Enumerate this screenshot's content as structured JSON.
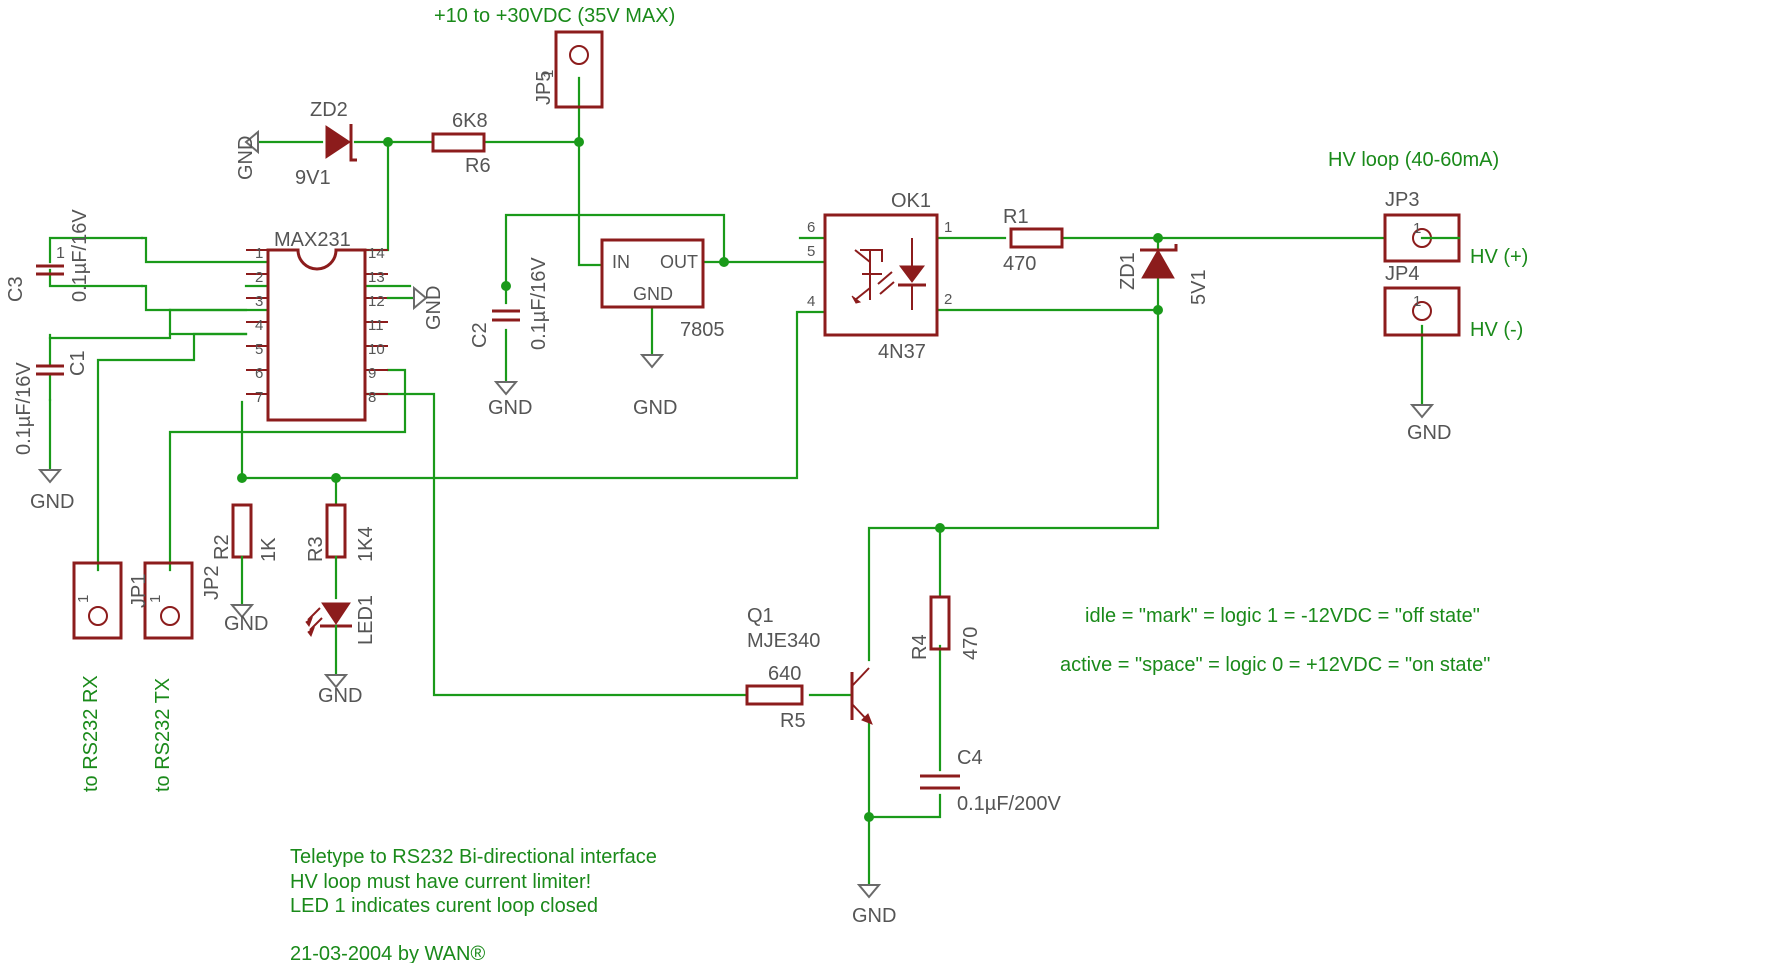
{
  "supply": {
    "label": "+10 to +30VDC (35V MAX)"
  },
  "hv_loop": {
    "label": "HV loop (40-60mA)",
    "plus": "HV (+)",
    "minus": "HV (-)"
  },
  "parts": {
    "jp5": "JP5",
    "jp3": "JP3",
    "jp4": "JP4",
    "jp1": "JP1",
    "jp2": "JP2",
    "zd2": "ZD2",
    "zd2_val": "9V1",
    "r6": "R6",
    "r6_val": "6K8",
    "max231": "MAX231",
    "c3": "C3",
    "c3_val": "0.1µF/16V",
    "c1": "C1",
    "c1_val": "0.1µF/16V",
    "c2": "C2",
    "c2_val": "0.1µF/16V",
    "reg": "7805",
    "reg_in": "IN",
    "reg_out": "OUT",
    "reg_gnd": "GND",
    "ok1": "OK1",
    "ok1_val": "4N37",
    "r1": "R1",
    "r1_val": "470",
    "zd1": "ZD1",
    "zd1_val": "5V1",
    "r2": "R2",
    "r2_val": "1K",
    "r3": "R3",
    "r3_val": "1K4",
    "led1": "LED1",
    "q1": "Q1",
    "q1_val": "MJE340",
    "r5": "R5",
    "r5_val": "640",
    "r4": "R4",
    "r4_val": "470",
    "c4": "C4",
    "c4_val": "0.1µF/200V"
  },
  "pins": {
    "max_left": [
      "1",
      "2",
      "3",
      "4",
      "5",
      "6",
      "7"
    ],
    "max_right": [
      "14",
      "13",
      "12",
      "11",
      "10",
      "9",
      "8"
    ],
    "ok_left": [
      "6",
      "5",
      "4"
    ],
    "ok_right": [
      "1",
      "2"
    ],
    "one": "1"
  },
  "gnd_label": "GND",
  "connectors": {
    "rx": "to RS232 RX",
    "tx": "to RS232 TX"
  },
  "notes": {
    "idle": "idle = \"mark\" = logic 1 = -12VDC = \"off state\"",
    "active": "active = \"space\" = logic 0 = +12VDC = \"on state\"",
    "line1": "Teletype to RS232 Bi-directional interface",
    "line2": "HV loop must have current limiter!",
    "line3": "LED 1 indicates curent loop closed",
    "credit": "21-03-2004 by WAN®"
  },
  "colors": {
    "wire": "#1a9a1a",
    "part": "#8c1c1c",
    "label": "#555555",
    "note": "#1a8a1a"
  }
}
